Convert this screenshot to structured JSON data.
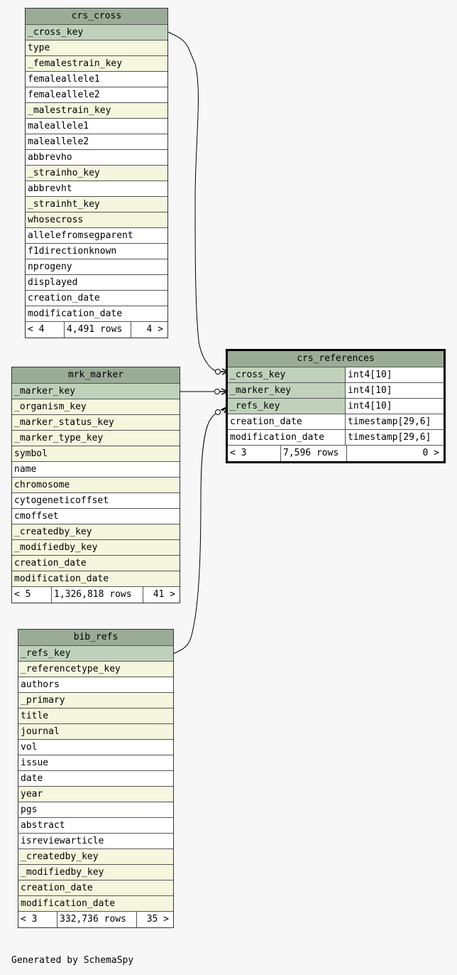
{
  "tables": {
    "crs_cross": {
      "name": "crs_cross",
      "columns": [
        {
          "name": "_cross_key",
          "kind": "pk"
        },
        {
          "name": "type",
          "kind": "fk"
        },
        {
          "name": "_femalestrain_key",
          "kind": "fk"
        },
        {
          "name": "femaleallele1",
          "kind": "pl"
        },
        {
          "name": "femaleallele2",
          "kind": "pl"
        },
        {
          "name": "_malestrain_key",
          "kind": "fk"
        },
        {
          "name": "maleallele1",
          "kind": "pl"
        },
        {
          "name": "maleallele2",
          "kind": "pl"
        },
        {
          "name": "abbrevho",
          "kind": "pl"
        },
        {
          "name": "_strainho_key",
          "kind": "fk"
        },
        {
          "name": "abbrevht",
          "kind": "pl"
        },
        {
          "name": "_strainht_key",
          "kind": "fk"
        },
        {
          "name": "whosecross",
          "kind": "fk"
        },
        {
          "name": "allelefromsegparent",
          "kind": "pl"
        },
        {
          "name": "f1directionknown",
          "kind": "pl"
        },
        {
          "name": "nprogeny",
          "kind": "pl"
        },
        {
          "name": "displayed",
          "kind": "pl"
        },
        {
          "name": "creation_date",
          "kind": "pl"
        },
        {
          "name": "modification_date",
          "kind": "pl"
        }
      ],
      "footer": {
        "left": "< 4",
        "rows": "4,491 rows",
        "right": "4 >"
      }
    },
    "mrk_marker": {
      "name": "mrk_marker",
      "columns": [
        {
          "name": "_marker_key",
          "kind": "pk"
        },
        {
          "name": "_organism_key",
          "kind": "fk"
        },
        {
          "name": "_marker_status_key",
          "kind": "fk"
        },
        {
          "name": "_marker_type_key",
          "kind": "fk"
        },
        {
          "name": "symbol",
          "kind": "fk"
        },
        {
          "name": "name",
          "kind": "pl"
        },
        {
          "name": "chromosome",
          "kind": "fk"
        },
        {
          "name": "cytogeneticoffset",
          "kind": "pl"
        },
        {
          "name": "cmoffset",
          "kind": "pl"
        },
        {
          "name": "_createdby_key",
          "kind": "fk"
        },
        {
          "name": "_modifiedby_key",
          "kind": "fk"
        },
        {
          "name": "creation_date",
          "kind": "fk"
        },
        {
          "name": "modification_date",
          "kind": "fk"
        }
      ],
      "footer": {
        "left": "< 5",
        "rows": "1,326,818 rows",
        "right": "41 >"
      }
    },
    "bib_refs": {
      "name": "bib_refs",
      "columns": [
        {
          "name": "_refs_key",
          "kind": "pk"
        },
        {
          "name": "_referencetype_key",
          "kind": "fk"
        },
        {
          "name": "authors",
          "kind": "pl"
        },
        {
          "name": "_primary",
          "kind": "fk"
        },
        {
          "name": "title",
          "kind": "fk"
        },
        {
          "name": "journal",
          "kind": "fk"
        },
        {
          "name": "vol",
          "kind": "pl"
        },
        {
          "name": "issue",
          "kind": "pl"
        },
        {
          "name": "date",
          "kind": "pl"
        },
        {
          "name": "year",
          "kind": "fk"
        },
        {
          "name": "pgs",
          "kind": "pl"
        },
        {
          "name": "abstract",
          "kind": "pl"
        },
        {
          "name": "isreviewarticle",
          "kind": "pl"
        },
        {
          "name": "_createdby_key",
          "kind": "fk"
        },
        {
          "name": "_modifiedby_key",
          "kind": "fk"
        },
        {
          "name": "creation_date",
          "kind": "fk"
        },
        {
          "name": "modification_date",
          "kind": "fk"
        }
      ],
      "footer": {
        "left": "< 3",
        "rows": "332,736 rows",
        "right": "35 >"
      }
    },
    "crs_references": {
      "name": "crs_references",
      "columns": [
        {
          "name": "_cross_key",
          "type": "int4[10]",
          "kind": "pk"
        },
        {
          "name": "_marker_key",
          "type": "int4[10]",
          "kind": "pk"
        },
        {
          "name": "_refs_key",
          "type": "int4[10]",
          "kind": "pk"
        },
        {
          "name": "creation_date",
          "type": "timestamp[29,6]",
          "kind": "pl"
        },
        {
          "name": "modification_date",
          "type": "timestamp[29,6]",
          "kind": "pl"
        }
      ],
      "footer": {
        "left": "< 3",
        "rows": "7,596 rows",
        "right": "0 >"
      }
    }
  },
  "generated_by": "Generated by SchemaSpy",
  "colors": {
    "header": "#9aab96",
    "primary_key_row": "#bfd1bb",
    "foreign_key_row": "#f4f7dd",
    "background": "#f7f7f7"
  }
}
